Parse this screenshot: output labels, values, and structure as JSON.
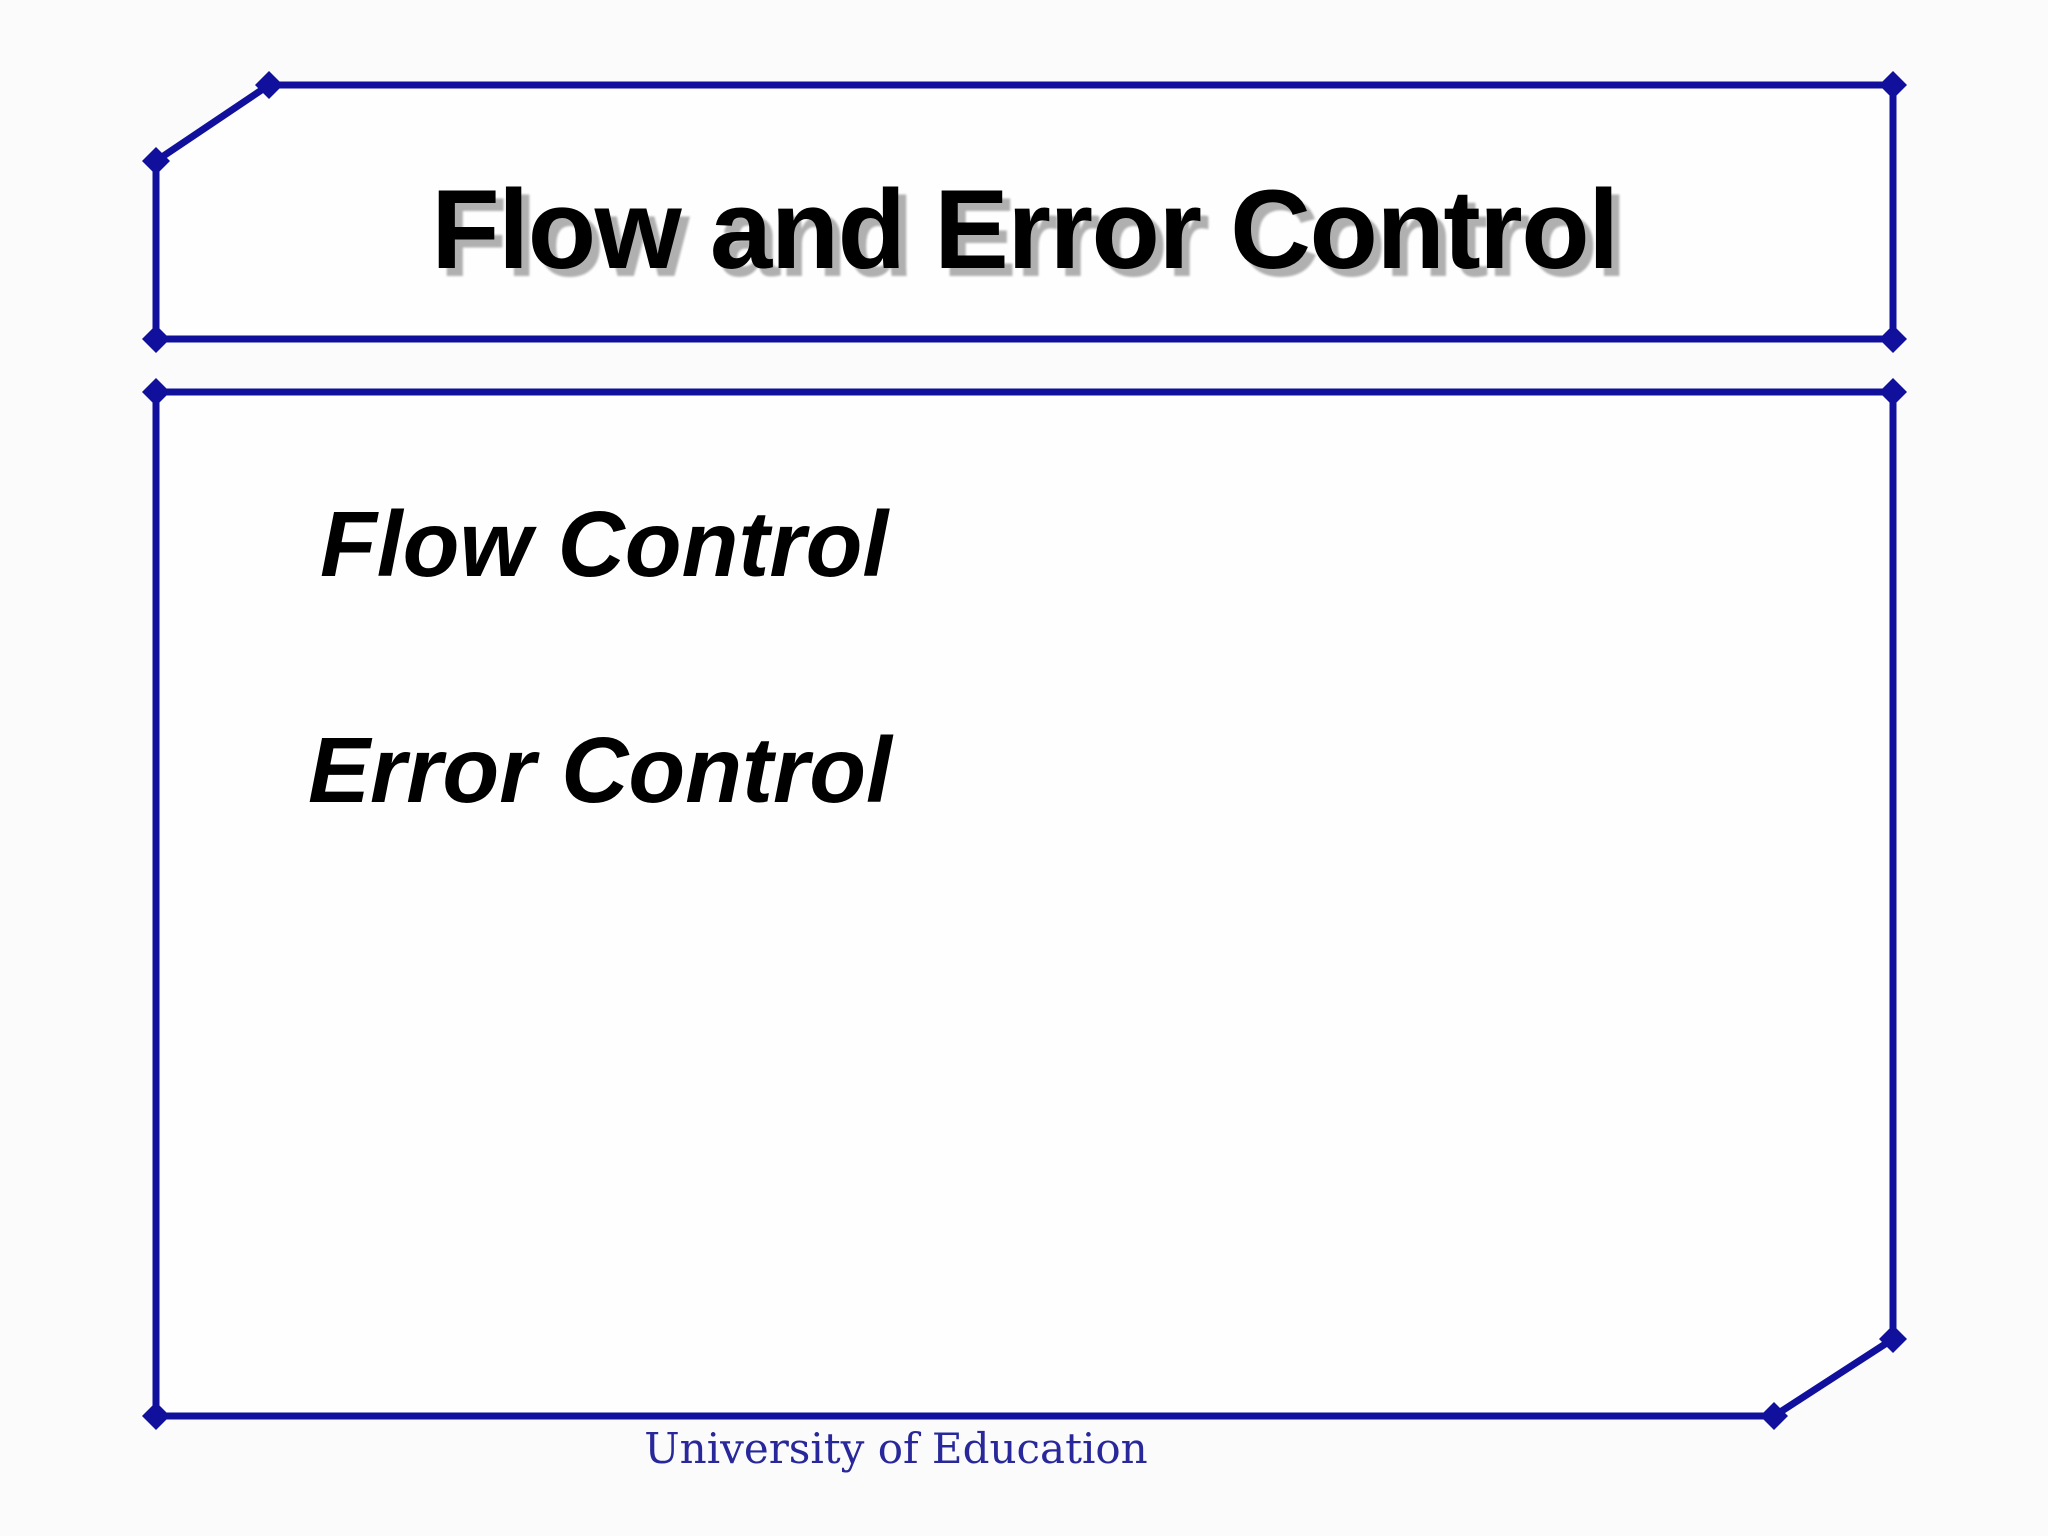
{
  "slide": {
    "title": "Flow and Error Control",
    "body_lines": [
      {
        "label": "Flow Control"
      },
      {
        "label": "Error Control"
      }
    ],
    "footer": "University of Education"
  },
  "colors": {
    "border": "#10109c",
    "page_background": "#fbfbfc",
    "box_background": "#fefefe",
    "title_text": "#000000",
    "title_shadow": "#b0b0b0",
    "body_text": "#000000",
    "footer_text": "#28289b"
  }
}
